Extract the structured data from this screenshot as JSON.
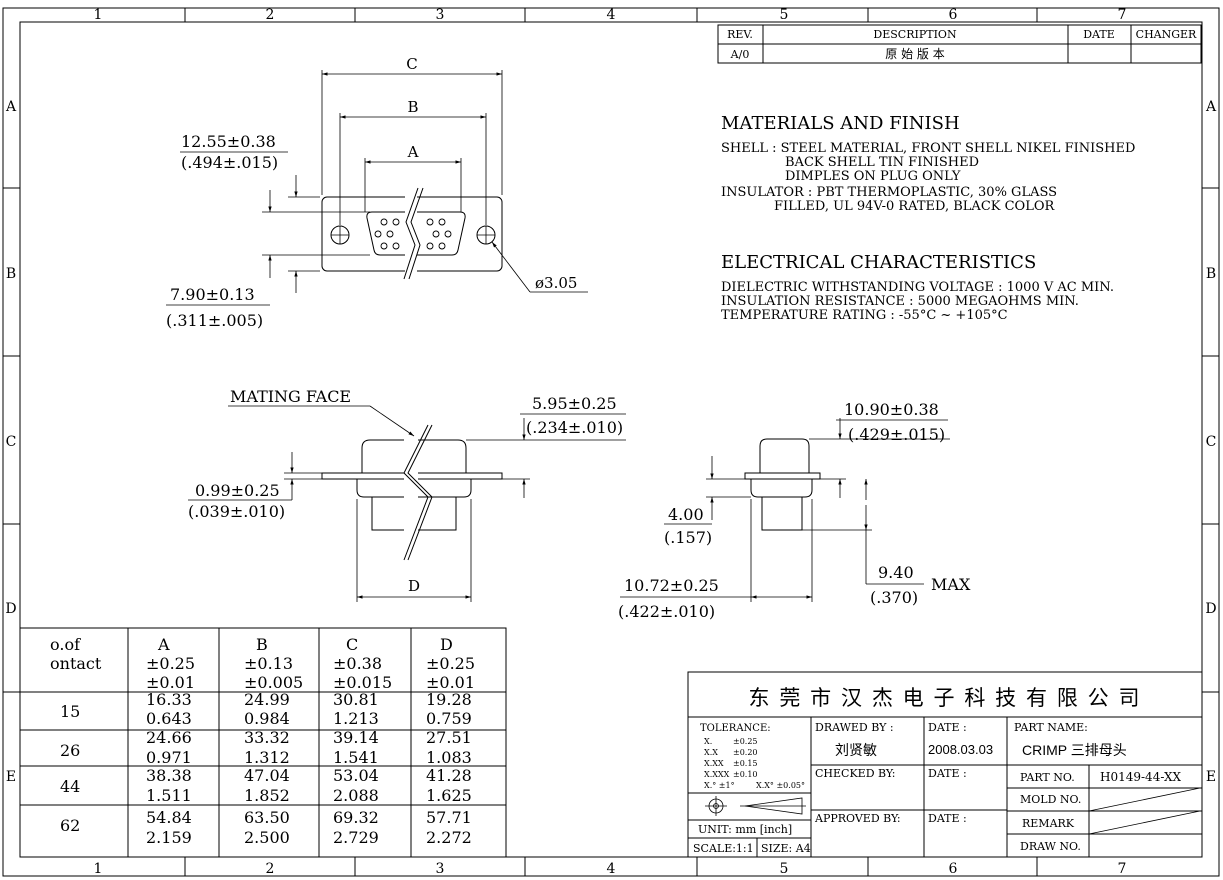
{
  "frame": {
    "col_labels": [
      "1",
      "2",
      "3",
      "4",
      "5",
      "6",
      "7"
    ],
    "row_labels": [
      "A",
      "B",
      "C",
      "D",
      "E"
    ]
  },
  "revision": {
    "headers": [
      "REV.",
      "DESCRIPTION",
      "DATE",
      "CHANGER"
    ],
    "row": [
      "A/0",
      "原 始 版 本",
      "",
      ""
    ]
  },
  "materials": {
    "title": "MATERIALS  AND  FINISH",
    "lines": [
      "SHELL : STEEL MATERIAL, FRONT SHELL NIKEL FINISHED",
      "BACK SHELL TIN FINISHED",
      "DIMPLES ON PLUG ONLY",
      "INSULATOR : PBT THERMOPLASTIC, 30% GLASS",
      "FILLED, UL 94V-0 RATED, BLACK COLOR"
    ]
  },
  "electrical": {
    "title": "ELECTRICAL  CHARACTERISTICS",
    "lines": [
      "DIELECTRIC WITHSTANDING VOLTAGE : 1000 V AC MIN.",
      "INSULATION RESISTANCE : 5000 MEGAOHMS MIN.",
      "TEMPERATURE RATING : -55°C ~ +105°C"
    ]
  },
  "dims": {
    "C": "C",
    "B": "B",
    "A": "A",
    "D": "D",
    "d1_mm": "12.55±0.38",
    "d1_in": "(.494±.015)",
    "d2_mm": "7.90±0.13",
    "d2_in": "(.311±.005)",
    "hole": "ø3.05",
    "mating_face": "MATING  FACE",
    "d3_mm": "5.95±0.25",
    "d3_in": "(.234±.010)",
    "d4_mm": "0.99±0.25",
    "d4_in": "(.039±.010)",
    "d5_mm": "10.90±0.38",
    "d5_in": "(.429±.015)",
    "d6_mm": "4.00",
    "d6_in": "(.157)",
    "d7_mm": "10.72±0.25",
    "d7_in": "(.422±.010)",
    "d8_mm": "9.40",
    "d8_in": "(.370)",
    "max": "MAX"
  },
  "dim_table": {
    "header": [
      [
        "o.of",
        "ontact",
        ""
      ],
      [
        "A",
        "±0.25",
        "±0.01"
      ],
      [
        "B",
        "±0.13",
        "±0.005"
      ],
      [
        "C",
        "±0.38",
        "±0.015"
      ],
      [
        "D",
        "±0.25",
        "±0.01"
      ]
    ],
    "rows": [
      {
        "n": "15",
        "mm": [
          "16.33",
          "24.99",
          "30.81",
          "19.28"
        ],
        "in": [
          "0.643",
          "0.984",
          "1.213",
          "0.759"
        ]
      },
      {
        "n": "26",
        "mm": [
          "24.66",
          "33.32",
          "39.14",
          "27.51"
        ],
        "in": [
          "0.971",
          "1.312",
          "1.541",
          "1.083"
        ]
      },
      {
        "n": "44",
        "mm": [
          "38.38",
          "47.04",
          "53.04",
          "41.28"
        ],
        "in": [
          "1.511",
          "1.852",
          "2.088",
          "1.625"
        ]
      },
      {
        "n": "62",
        "mm": [
          "54.84",
          "63.50",
          "69.32",
          "57.71"
        ],
        "in": [
          "2.159",
          "2.500",
          "2.729",
          "2.272"
        ]
      }
    ]
  },
  "title_block": {
    "company": "东 莞 市 汉 杰 电 子 科 技 有 限 公 司",
    "tolerance_label": "TOLERANCE:",
    "tolerances": [
      [
        "X.",
        "±0.25"
      ],
      [
        "X.X",
        "±0.20"
      ],
      [
        "X.XX",
        "±0.15"
      ],
      [
        "X.XXX",
        "±0.10"
      ]
    ],
    "angles": [
      "X.° ±1°",
      "X.X° ±0.05°"
    ],
    "unit": "UNIT: mm [inch]",
    "scale": "SCALE:1:1",
    "size": "SIZE: A4",
    "drawed_by": "DRAWED BY :",
    "drawer": "刘贤敏",
    "checked_by": "CHECKED BY:",
    "approved_by": "APPROVED BY:",
    "date_label": "DATE :",
    "date_value": "2008.03.03",
    "part_name_label": "PART NAME:",
    "part_name": "CRIMP 三排母头",
    "part_no_label": "PART NO.",
    "part_no": "H0149-44-XX",
    "mold_no_label": "MOLD NO.",
    "remark_label": "REMARK",
    "draw_no_label": "DRAW NO."
  }
}
